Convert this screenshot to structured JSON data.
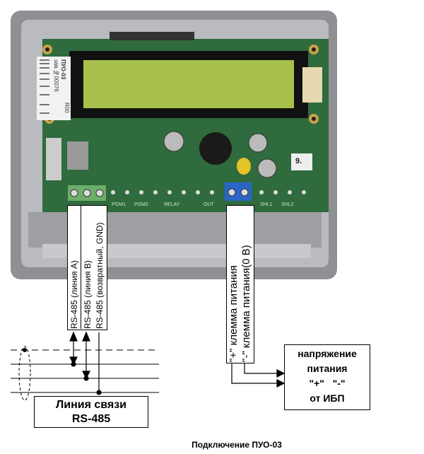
{
  "device": {
    "model_label": "ПУО-03",
    "serial_label": "зав.№00076",
    "rev_label": "R00",
    "sticker_number": "9.",
    "board_labels": [
      "PGM1",
      "PGM2",
      "RELAY",
      "OUT",
      "SHL1",
      "SHL2"
    ]
  },
  "wire_labels": {
    "line_a": "RS-485 (линия A)",
    "line_b": "RS-485 (линия B)",
    "gnd": "RS-485 (возвратный, GND)",
    "power_plus": "\"+\" клемма питания",
    "power_minus": "\"-\" клемма питания(0 В)"
  },
  "power_box": {
    "line1": "напряжение",
    "line2": "питания",
    "line3": "\"+\"   \"-\"",
    "line4": "от ИБП"
  },
  "rs485_box": {
    "line1": "Линия связи",
    "line2": "RS-485"
  },
  "caption": "Подключение ПУО-03"
}
